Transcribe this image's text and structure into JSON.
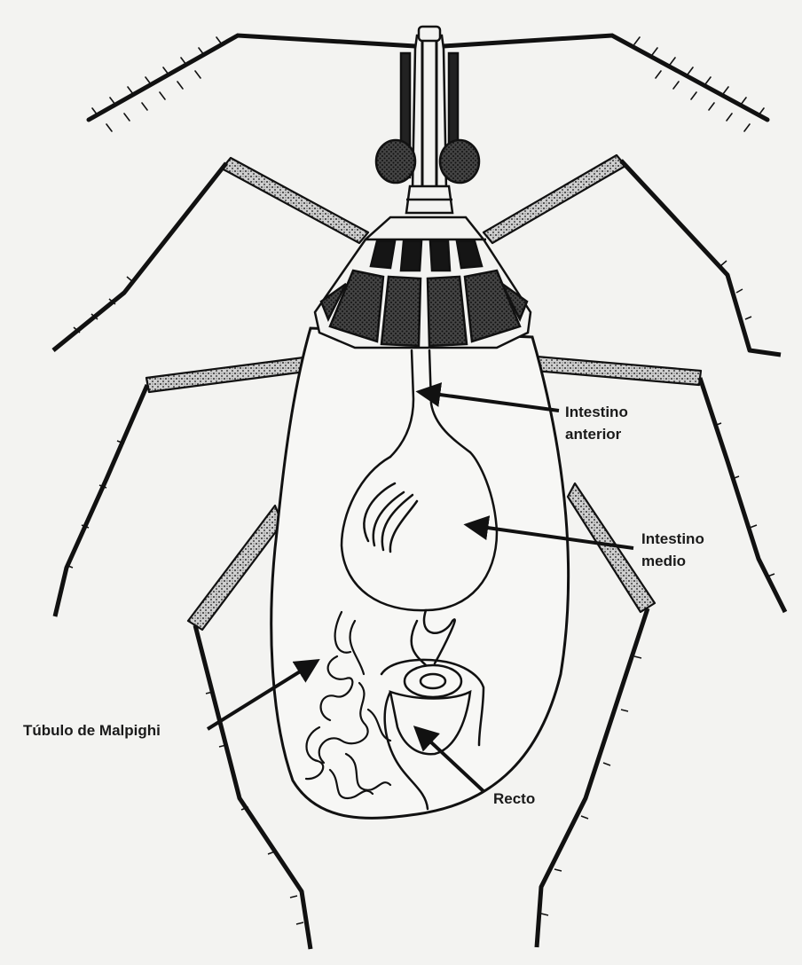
{
  "labels": {
    "intestino_anterior": {
      "line1": "Intestino",
      "line2": "anterior"
    },
    "intestino_medio": {
      "line1": "Intestino",
      "line2": "medio"
    },
    "tubulo_malpighi": {
      "text": "Túbulo de Malpighi"
    },
    "recto": {
      "text": "Recto"
    }
  },
  "colors": {
    "background": "#f3f3f1",
    "ink": "#111111",
    "shading": "#555555"
  }
}
